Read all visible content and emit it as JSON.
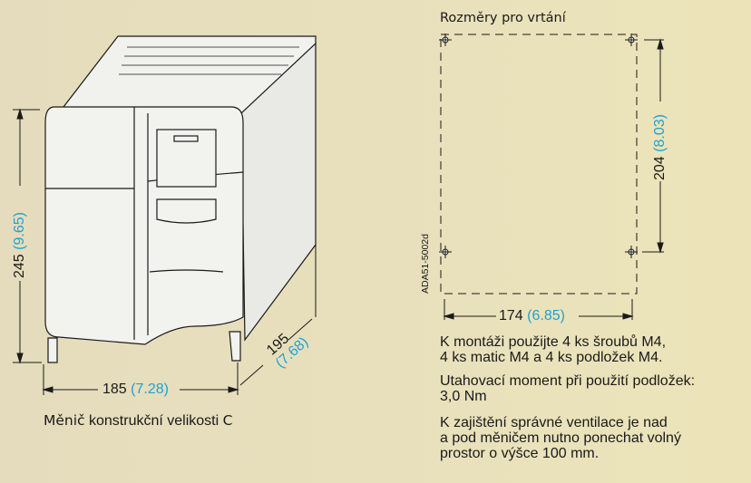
{
  "left_drawing": {
    "height_mm": "245",
    "height_in": "(9.65)",
    "width_mm": "185",
    "width_in": "(7.28)",
    "depth_mm": "195",
    "depth_in": "(7.68)",
    "caption_bold_1": "Měnič",
    "caption_text": " konstrukční velikosti ",
    "caption_bold_2": "C"
  },
  "right_drawing": {
    "title": "Rozměry pro vrtání",
    "height_mm": "204",
    "height_in": "(8.03)",
    "width_mm": "174",
    "width_in": "(6.85)",
    "drawing_code": "ADA51-5002d"
  },
  "notes": [
    [
      "K montáži použijte 4 ks šroubů M4,",
      "4 ks matic M4 a 4 ks podložek M4."
    ],
    [
      "Utahovací moment při použití podložek:",
      "3,0 Nm"
    ],
    [
      "K zajištění správné ventilace je nad",
      "a pod měničem nutno ponechat volný",
      "prostor o výšce 100 mm."
    ]
  ],
  "colors": {
    "inch": "#1ba3d9",
    "line": "#1a1a1a",
    "device": "#eeeeea"
  }
}
